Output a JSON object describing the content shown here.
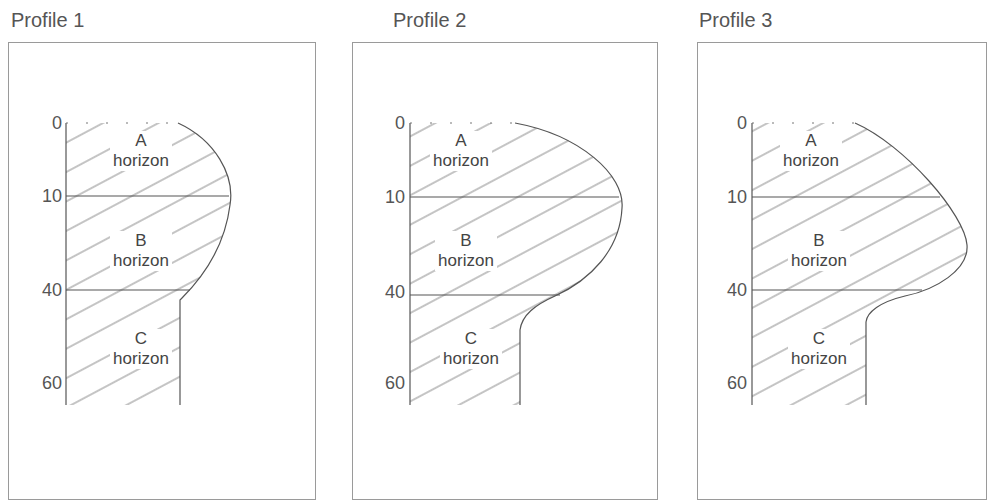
{
  "diagram": {
    "nodes": [
      {
        "text": [
          "Profile 1"
        ]
      },
      {
        "text": [
          "A horizon"
        ],
        "in": 0
      },
      {
        "text": [
          "B horizon"
        ],
        "in": 0
      },
      {
        "text": [
          "C horizon"
        ],
        "in": 0
      },
      {
        "text": [
          "Profile 2"
        ]
      },
      {
        "text": [
          "A horizon"
        ],
        "in": 4
      },
      {
        "text": [
          "B horizon"
        ],
        "in": 4
      },
      {
        "text": [
          "C horizon"
        ],
        "in": 4
      },
      {
        "text": [
          "Profile 3"
        ]
      },
      {
        "text": [
          "A horizon"
        ],
        "in": 8
      },
      {
        "text": [
          "B horizon"
        ],
        "in": 8
      },
      {
        "text": [
          "C horizon"
        ],
        "in": 8
      }
    ],
    "labels": [
      "0",
      "10",
      "40",
      "60",
      "0",
      "10",
      "40",
      "60",
      "0",
      "10",
      "40",
      "60"
    ]
  }
}
